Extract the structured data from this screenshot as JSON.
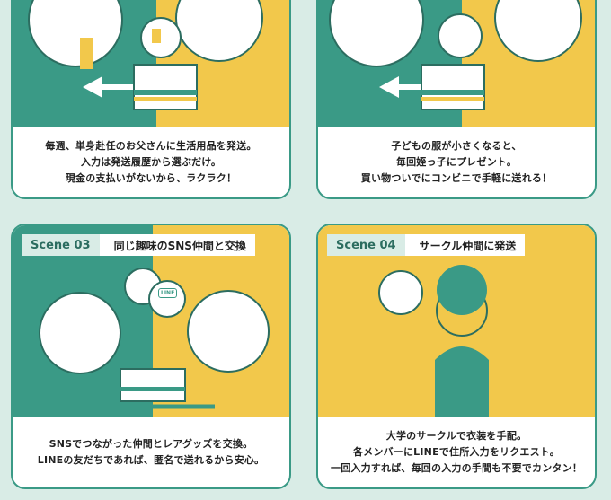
{
  "colors": {
    "green": "#3a9a86",
    "yellow": "#f2c84b",
    "mint": "#d9ece6",
    "outline": "#2c6d60"
  },
  "cards": [
    {
      "captions": [
        "毎週、単身赴任のお父さんに生活用品を発送。",
        "入力は発送履歴から選ぶだけ。",
        "現金の支払いがないから、ラクラク！"
      ]
    },
    {
      "captions": [
        "子どもの服が小さくなると、",
        "毎回姪っ子にプレゼント。",
        "買い物ついでにコンビニで手軽に送れる！"
      ]
    },
    {
      "scene": "Scene 03",
      "title": "同じ趣味のSNS仲間と交換",
      "captions": [
        "SNSでつながった仲間とレアグッズを交換。",
        "LINEの友だちであれば、匿名で送れるから安心。"
      ],
      "line_badge": "LINE"
    },
    {
      "scene": "Scene 04",
      "title": "サークル仲間に発送",
      "captions": [
        "大学のサークルで衣装を手配。",
        "各メンバーにLINEで住所入力をリクエスト。",
        "一回入力すれば、毎回の入力の手間も不要でカンタン！"
      ]
    }
  ]
}
